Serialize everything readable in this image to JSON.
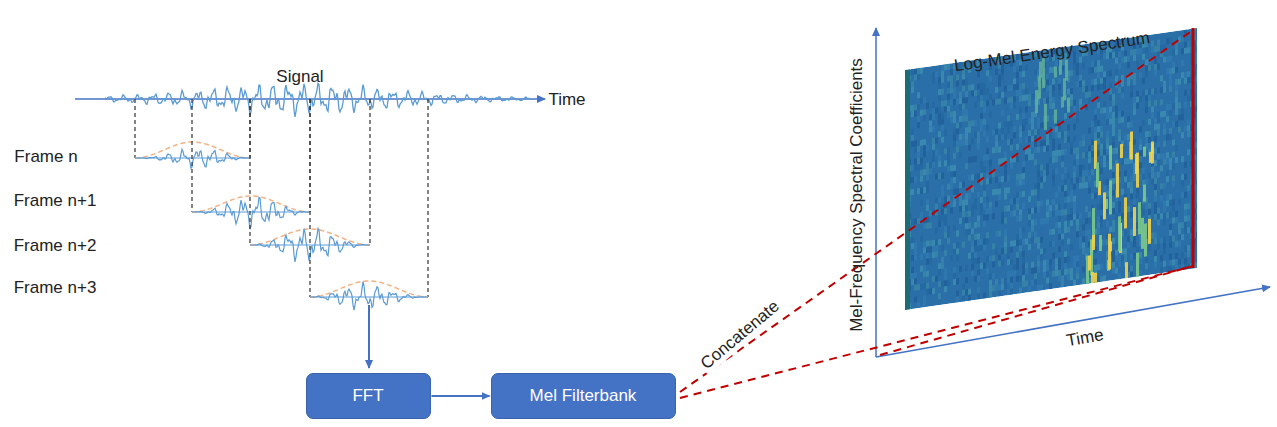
{
  "diagram": {
    "nodes": [
      {
        "text": [
          "FFT"
        ]
      },
      {
        "text": [
          "Mel Filterbank"
        ]
      }
    ],
    "edges": [
      {
        "from": 0,
        "to": 1,
        "arrow": "to"
      }
    ],
    "labels": [
      "Signal",
      "Time",
      "Frame n",
      "Frame n+1",
      "Frame n+2",
      "Frame n+3",
      "Concatenate",
      "Log-Mel Energy Spectrum",
      "Mel-Frequency Spectral Coefficients",
      "Time"
    ]
  }
}
